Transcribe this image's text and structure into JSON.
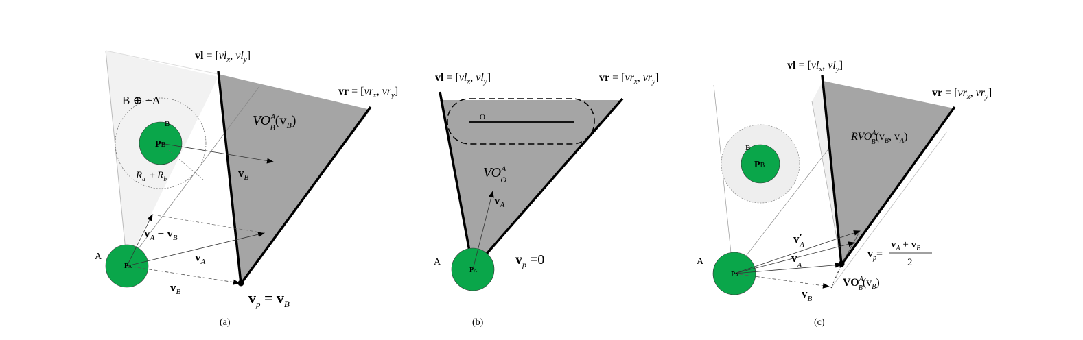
{
  "panels": [
    {
      "caption": "(a)",
      "agent_a": "A",
      "agent_a_center": "P",
      "agent_a_center_sub": "A",
      "agent_b": "B",
      "agent_b_center": "P",
      "agent_b_center_sub": "B",
      "minkowski": "B ⊕ −A",
      "radius_sum": {
        "ra": "R",
        "ra_sub": "a",
        "plus": "+",
        "rb": "R",
        "rb_sub": "b"
      },
      "vo_label": {
        "main": "VO",
        "sup": "A",
        "sub": "B",
        "arg": "(v",
        "arg_sub": "B",
        "close": ")"
      },
      "vl_label": {
        "lhs": "vl",
        "eq": " = [",
        "x": "vl",
        "x_sub": "x",
        "comma": ", ",
        "y": "vl",
        "y_sub": "y",
        "close": "]"
      },
      "vr_label": {
        "lhs": "vr",
        "eq": " = [",
        "x": "vr",
        "x_sub": "x",
        "comma": ", ",
        "y": "vr",
        "y_sub": "y",
        "close": "]"
      },
      "v_b_arrow": {
        "main": "v",
        "sub": "B"
      },
      "v_a_minus_v_b": {
        "a": "v",
        "a_sub": "A",
        "minus": " − ",
        "b": "v",
        "b_sub": "B"
      },
      "v_a": {
        "main": "v",
        "sub": "A"
      },
      "v_b": {
        "main": "v",
        "sub": "B"
      },
      "apex": {
        "lhs": "v",
        "lhs_sub": "p",
        "eq": " = ",
        "rhs": "v",
        "rhs_sub": "B"
      }
    },
    {
      "caption": "(b)",
      "agent_a": "A",
      "agent_a_center": "P",
      "agent_a_center_sub": "A",
      "obstacle": "O",
      "vo_label": {
        "main": "VO",
        "sup": "A",
        "sub": "O"
      },
      "vl_label": {
        "lhs": "vl",
        "eq": " = [",
        "x": "vl",
        "x_sub": "x",
        "comma": ", ",
        "y": "vl",
        "y_sub": "y",
        "close": "]"
      },
      "vr_label": {
        "lhs": "vr",
        "eq": " = [",
        "x": "vr",
        "x_sub": "x",
        "comma": ", ",
        "y": "vr",
        "y_sub": "y",
        "close": "]"
      },
      "v_a": {
        "main": "v",
        "sub": "A"
      },
      "apex": {
        "lhs": "v",
        "lhs_sub": "p",
        "eq": " =0"
      }
    },
    {
      "caption": "(c)",
      "agent_a": "A",
      "agent_a_center": "P",
      "agent_a_center_sub": "A",
      "agent_b": "B",
      "agent_b_center": "P",
      "agent_b_center_sub": "B",
      "rvo_label": {
        "main": "RVO",
        "sup": "A",
        "sub": "B",
        "arg": "(v",
        "arg_sub": "B",
        "comma": ", v",
        "arg_sub2": "A",
        "close": ")"
      },
      "vl_label": {
        "lhs": "vl",
        "eq": " = [",
        "x": "vl",
        "x_sub": "x",
        "comma": ", ",
        "y": "vl",
        "y_sub": "y",
        "close": "]"
      },
      "vr_label": {
        "lhs": "vr",
        "eq": " = [",
        "x": "vr",
        "x_sub": "x",
        "comma": ", ",
        "y": "vr",
        "y_sub": "y",
        "close": "]"
      },
      "v_a_prime": {
        "main": "v",
        "prime": "′",
        "sub": "A"
      },
      "v_a": {
        "main": "v",
        "sub": "A"
      },
      "v_b": {
        "main": "v",
        "sub": "B"
      },
      "vp_formula": {
        "lhs": "v",
        "lhs_sub": "p",
        "eq": "=",
        "num_a": "v",
        "num_a_sub": "A",
        "plus": " + ",
        "num_b": "v",
        "num_b_sub": "B",
        "den": "2"
      },
      "vo_label": {
        "main": "VO",
        "sup": "A",
        "sub": "B",
        "arg": "(v",
        "arg_sub": "B",
        "close": ")"
      }
    }
  ],
  "colors": {
    "agent_fill": "#0aa64a",
    "cone_fill": "#a5a5a5",
    "minkowski_fill": "#efefef",
    "light_region": "#f2f2f2"
  }
}
